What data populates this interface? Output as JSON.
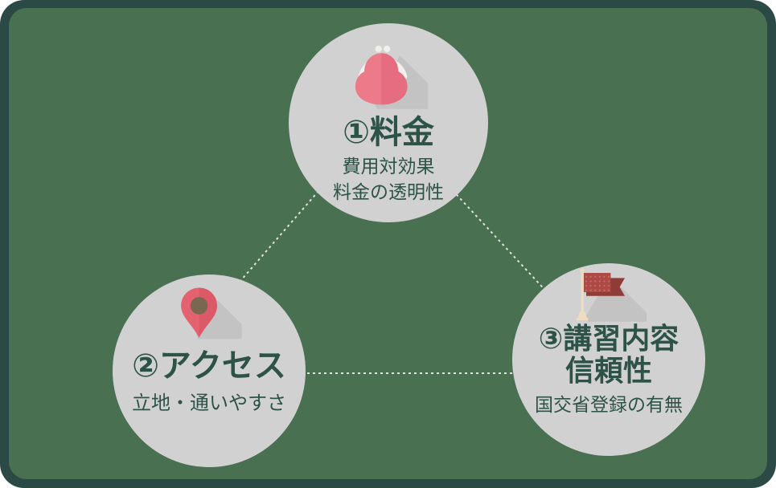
{
  "theme": {
    "page_bg": "#ffffff",
    "frame_color": "#2c4a45",
    "inner_bg": "#4a7052",
    "circle_bg": "#d1d1d1",
    "icon_shadow": "#c3c3c3",
    "text_color": "#2d5348",
    "line_color": "#dfe3de",
    "purse_pink": "#ec7a89",
    "purse_pink_dark": "#e66d80",
    "clasp_color": "#f2f0ec",
    "pin_red": "#e4626f",
    "pin_red_dark": "#dc5968",
    "pin_hole": "#7a6751",
    "flag_red": "#ad4a45",
    "flag_red_dark": "#8f3b38",
    "flag_dot": "#c6736e",
    "pole_color": "#eddcc0"
  },
  "diagram": {
    "nodes": [
      {
        "icon": "purse-icon",
        "title_line1": "①料金",
        "title_line2": "",
        "sub_line1": "費用対効果",
        "sub_line2": "料金の透明性"
      },
      {
        "icon": "map-pin-icon",
        "title_line1": "②アクセス",
        "title_line2": "",
        "sub_line1": "立地・通いやすさ",
        "sub_line2": ""
      },
      {
        "icon": "flag-icon",
        "title_line1": "③講習内容",
        "title_line2": "信頼性",
        "sub_line1": "国交省登録の有無",
        "sub_line2": ""
      }
    ]
  }
}
